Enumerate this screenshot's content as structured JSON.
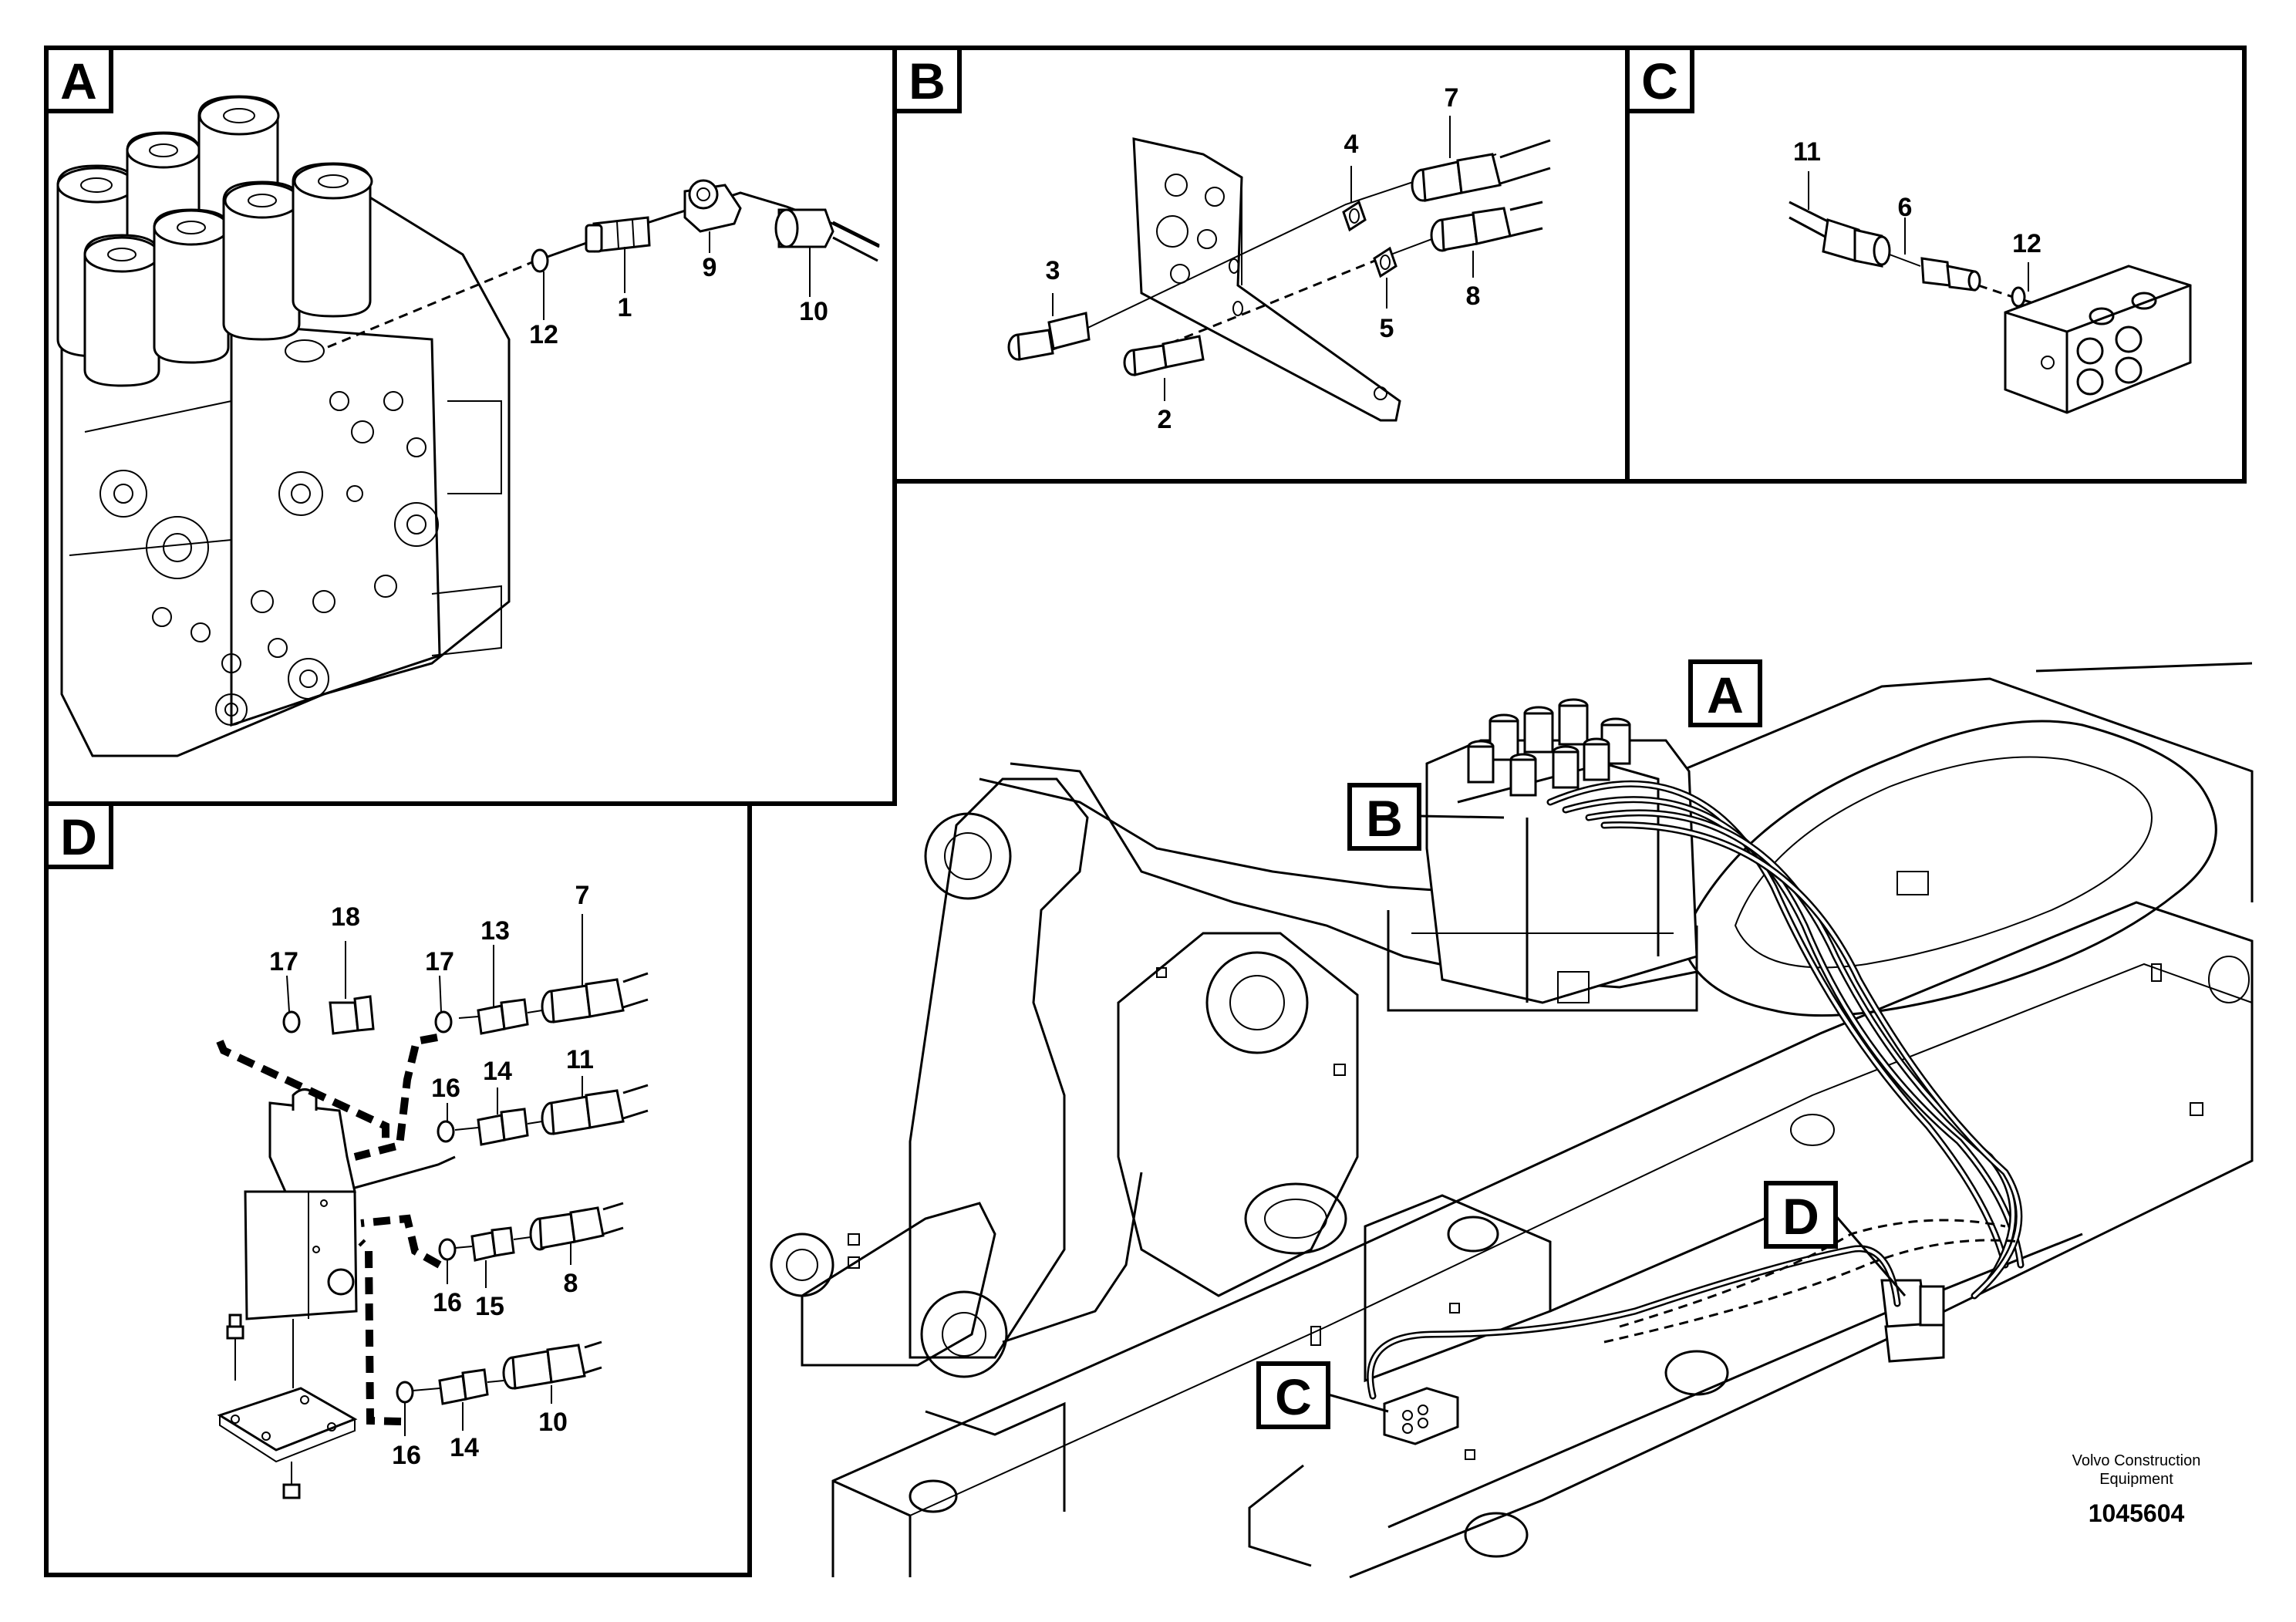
{
  "panels": {
    "a": {
      "label": "A"
    },
    "b": {
      "label": "B"
    },
    "c": {
      "label": "C"
    },
    "d": {
      "label": "D"
    }
  },
  "overview_labels": {
    "a": "A",
    "b": "B",
    "c": "C",
    "d": "D"
  },
  "callouts": {
    "a": [
      "12",
      "1",
      "9",
      "10"
    ],
    "b": [
      "3",
      "2",
      "4",
      "7",
      "5",
      "8"
    ],
    "c": [
      "11",
      "6",
      "12"
    ],
    "d": [
      "17",
      "18",
      "17",
      "13",
      "7",
      "16",
      "14",
      "11",
      "16",
      "15",
      "8",
      "16",
      "14",
      "10"
    ]
  },
  "footer": {
    "company_line1": "Volvo Construction",
    "company_line2": "Equipment",
    "drawing_number": "1045604"
  }
}
